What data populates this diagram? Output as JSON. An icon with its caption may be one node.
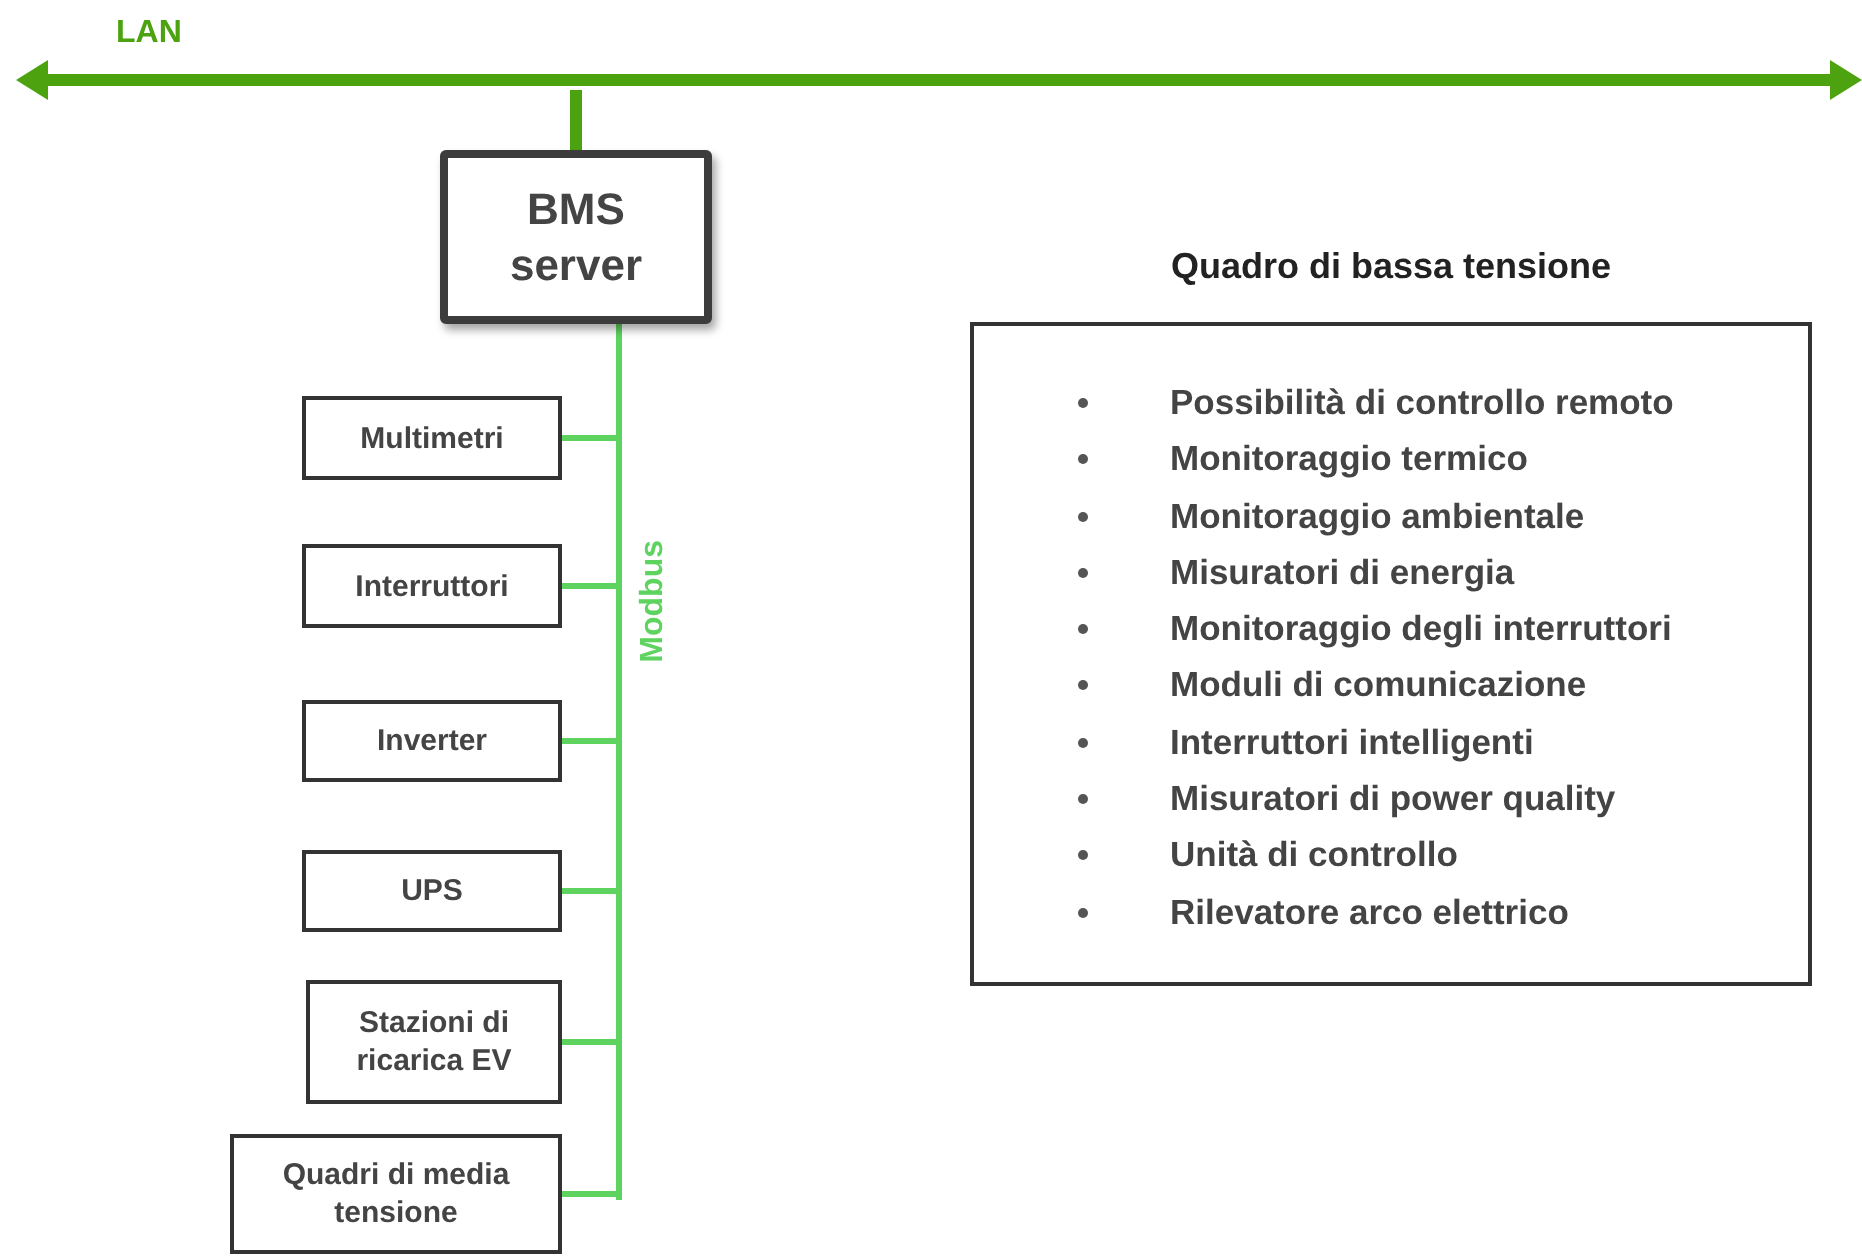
{
  "diagram": {
    "nodes": [
      {
        "text": [
          "LAN"
        ]
      },
      {
        "text": [
          "BMS server"
        ]
      },
      {
        "text": [
          "Modbus"
        ]
      },
      {
        "text": [
          "Multimetri"
        ]
      },
      {
        "text": [
          "Interruttori"
        ]
      },
      {
        "text": [
          "Inverter"
        ]
      },
      {
        "text": [
          "UPS"
        ]
      },
      {
        "text": [
          "Stazioni di ricarica EV"
        ]
      },
      {
        "text": [
          "Quadri di media tensione"
        ]
      },
      {
        "text": [
          "Quadro di bassa tensione",
          "Possibilità di controllo remoto",
          "Monitoraggio termico",
          "Monitoraggio ambientale",
          "Misuratori di energia",
          "Monitoraggio degli interruttori",
          "Moduli di comunicazione",
          "Interruttori intelligenti",
          "Misuratori di power quality",
          "Unità di controllo",
          "Rilevatore arco elettrico"
        ]
      }
    ],
    "edges": [
      {
        "from": 1,
        "to": 0,
        "arrow": "none",
        "style": "thick",
        "color": "#4ca30f"
      },
      {
        "from": 1,
        "to": 2,
        "arrow": "none"
      },
      {
        "from": 3,
        "to": 2,
        "arrow": "none"
      },
      {
        "from": 4,
        "to": 2,
        "arrow": "none"
      },
      {
        "from": 5,
        "to": 2,
        "arrow": "none"
      },
      {
        "from": 6,
        "to": 2,
        "arrow": "none"
      },
      {
        "from": 7,
        "to": 2,
        "arrow": "none"
      },
      {
        "from": 8,
        "to": 2,
        "arrow": "none"
      }
    ]
  }
}
